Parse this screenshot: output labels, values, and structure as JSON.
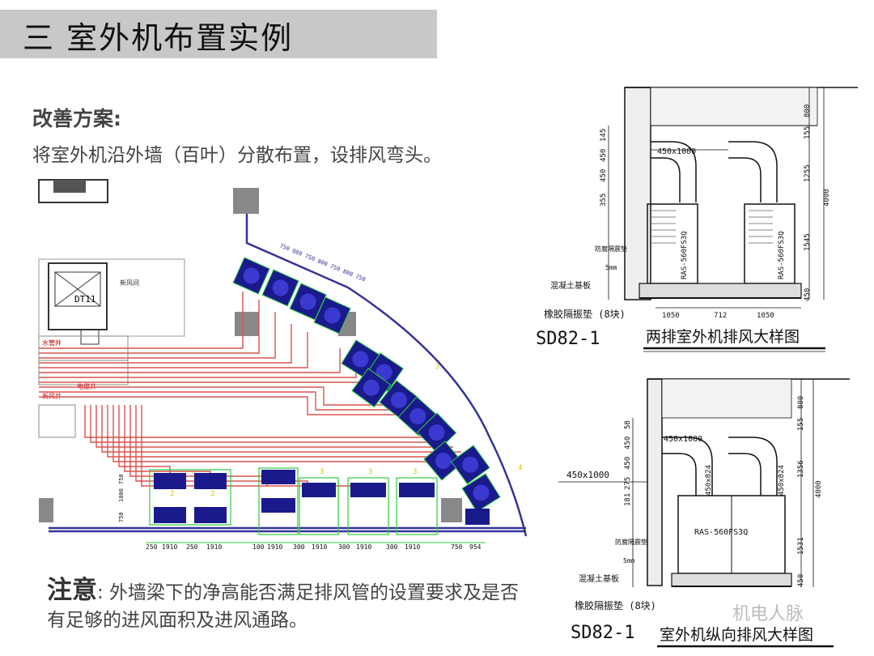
{
  "slide": {
    "title": "三 室外机布置实例",
    "heading": "改善方案:",
    "description": "将室外机沿外墙（百叶）分散布置，设排风弯头。",
    "note_lead": "注意",
    "note_text": ": 外墙梁下的净高能否满足排风管的设置要求及是否有足够的进风面积及进风通路。",
    "watermark": "机电人脉"
  },
  "plan": {
    "elevator_label": "DT11",
    "room_label": "新风间",
    "side_labels": [
      "水管井",
      "电缆井",
      "新风井"
    ],
    "curved_row_dims": "750 800 750 800 750 800 750",
    "bottom_dims": [
      "250",
      "1910",
      "250",
      "1910",
      "100",
      "1910",
      "300",
      "1910",
      "300",
      "1910",
      "300",
      "1910",
      "750",
      "954"
    ],
    "left_vertical_dims": [
      "750",
      "1000",
      "750"
    ],
    "unit_tags": [
      "2",
      "2",
      "3",
      "3",
      "3",
      "3",
      "4"
    ],
    "colors": {
      "pipe": "#d9534f",
      "unit": "#1a1a8c",
      "frame": "#2ecc40",
      "wall": "#333399"
    }
  },
  "detail_top": {
    "duct_label": "450x1000",
    "unit_label": "RAS-560FS3Q",
    "left_dims": [
      "145",
      "450",
      "450",
      "355"
    ],
    "right_dims": [
      "800",
      "155",
      "1255",
      "1545",
      "450"
    ],
    "total_height": "4000",
    "bottom_dims": [
      "1050",
      "712",
      "1050"
    ],
    "annotations": [
      "防腐隔震垫",
      "5mm",
      "混凝土基板",
      "橡胶隔振垫 (8块)"
    ],
    "drawing_no": "SD82-1",
    "caption": "两排室外机排风大样图"
  },
  "detail_bottom": {
    "duct_label": "450x1000",
    "duct_side_label": "450x1000",
    "duct_vert_labels": [
      "450x824",
      "450x824"
    ],
    "unit_label": "RAS-560FS3Q",
    "left_dims": [
      "58",
      "450",
      "450",
      "275",
      "181"
    ],
    "right_dims": [
      "800",
      "155",
      "1356",
      "1531",
      "450"
    ],
    "total_height": "4000",
    "annotations": [
      "防腐隔震垫",
      "5mm",
      "混凝土基板",
      "橡胶隔振垫 (8块)"
    ],
    "drawing_no": "SD82-1",
    "caption": "室外机纵向排风大样图"
  }
}
